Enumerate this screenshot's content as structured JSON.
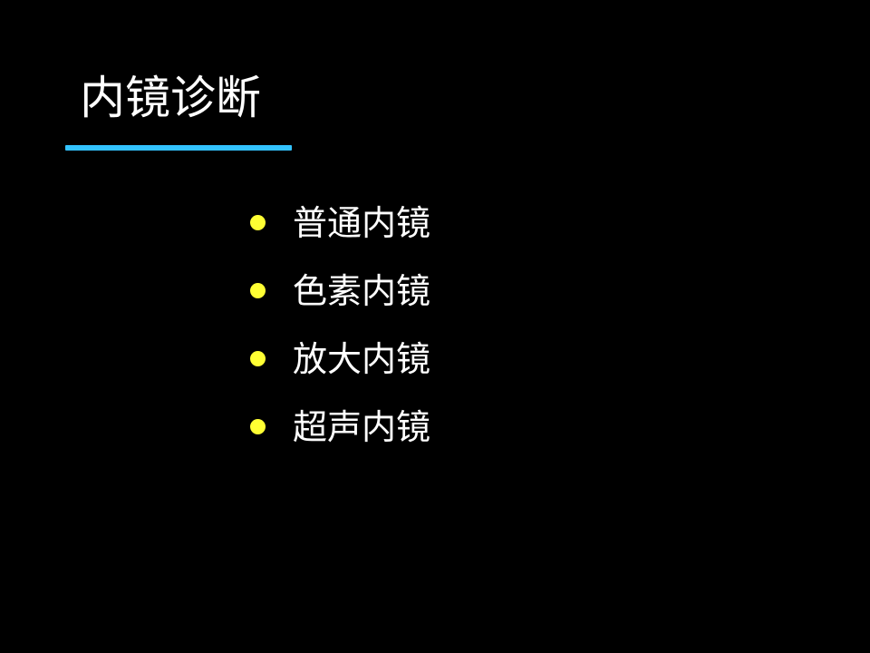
{
  "slide": {
    "title": "内镜诊断",
    "colors": {
      "background": "#000000",
      "title_text": "#ffffff",
      "underline": "#33c3ff",
      "bullet": "#ffff33",
      "item_text": "#ffffff"
    },
    "items": [
      {
        "label": "普通内镜"
      },
      {
        "label": "色素内镜"
      },
      {
        "label": "放大内镜"
      },
      {
        "label": "超声内镜"
      }
    ]
  }
}
